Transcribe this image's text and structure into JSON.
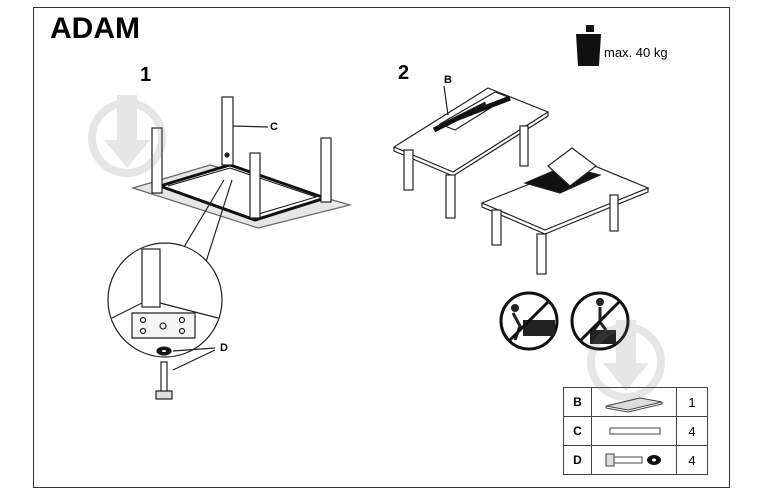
{
  "title": "ADAM",
  "steps": {
    "one": "1",
    "two": "2"
  },
  "labels": {
    "c": "C",
    "d": "D",
    "b": "B"
  },
  "weight": {
    "text": "max. 40 kg",
    "icon": "weight-icon"
  },
  "parts": [
    {
      "code": "B",
      "icon": "board-panel-icon",
      "qty": "1"
    },
    {
      "code": "C",
      "icon": "leg-bar-icon",
      "qty": "4"
    },
    {
      "code": "D",
      "icon": "bolt-washer-icon",
      "qty": "4"
    }
  ]
}
